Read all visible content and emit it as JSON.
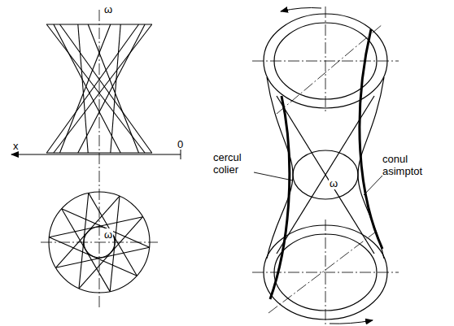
{
  "diagram": {
    "labels": [
      "ω",
      "x",
      "0",
      "ω",
      "cercul colier",
      "ω",
      "conul asimptot"
    ]
  }
}
